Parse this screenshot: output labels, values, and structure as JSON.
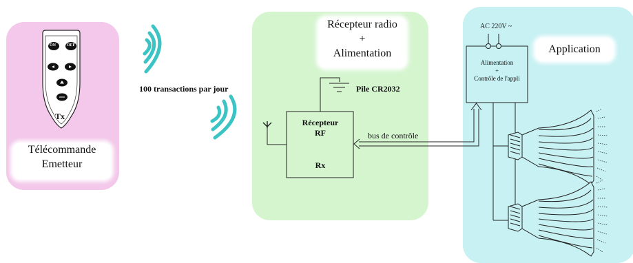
{
  "transmitter": {
    "title_line1": "Télécommande",
    "title_line2": "Emetteur",
    "device_label": "Tx",
    "buttons": {
      "on": "ON",
      "off": "OFF"
    }
  },
  "link": {
    "rate": "100 transactions par jour"
  },
  "receiver": {
    "title_line1": "Récepteur radio",
    "title_line2": "+",
    "title_line3": "Alimentation",
    "battery": "Pile CR2032",
    "block_line1": "Récepteur",
    "block_line2": "RF",
    "block_line3": "Rx",
    "bus_label": "bus de contrôle"
  },
  "application": {
    "title": "Application",
    "mains": "AC 220V ~",
    "block_line1": "Alimentation",
    "block_line2": "+",
    "block_line3": "Contrôle de l'appli"
  },
  "colors": {
    "transmitter_bg": "#f3c8ea",
    "receiver_bg": "#d5f5cf",
    "application_bg": "#c8f1f3",
    "wave": "#3cc4c4"
  }
}
